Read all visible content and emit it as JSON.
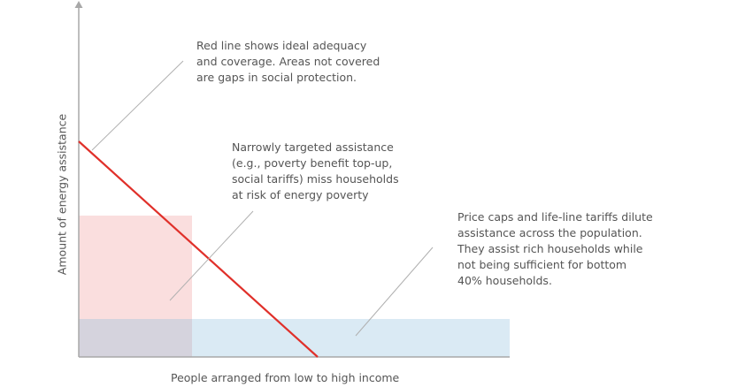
{
  "axes": {
    "x_label": "People arranged from low to high income",
    "y_label": "Amount of energy assistance"
  },
  "annotations": [
    {
      "id": "red-line-note",
      "text": "Red line shows ideal adequacy\nand coverage. Areas not covered\nare gaps in social protection."
    },
    {
      "id": "targeted-note",
      "text": "Narrowly targeted assistance\n(e.g., poverty benefit top-up,\nsocial tariffs) miss households\nat risk of energy poverty"
    },
    {
      "id": "price-caps-note",
      "text": "Price caps and life-line tariffs dilute\nassistance across the population.\nThey assist rich households while\nnot being sufficient for bottom\n40% households."
    }
  ],
  "colors": {
    "ideal_line": "#e0302a",
    "targeted_area": "#fadede",
    "universal_area": "#daeaf4",
    "overlap_area": "#d5d3dd",
    "axis": "#a8a8a8",
    "leader": "#b0b0b0"
  }
}
